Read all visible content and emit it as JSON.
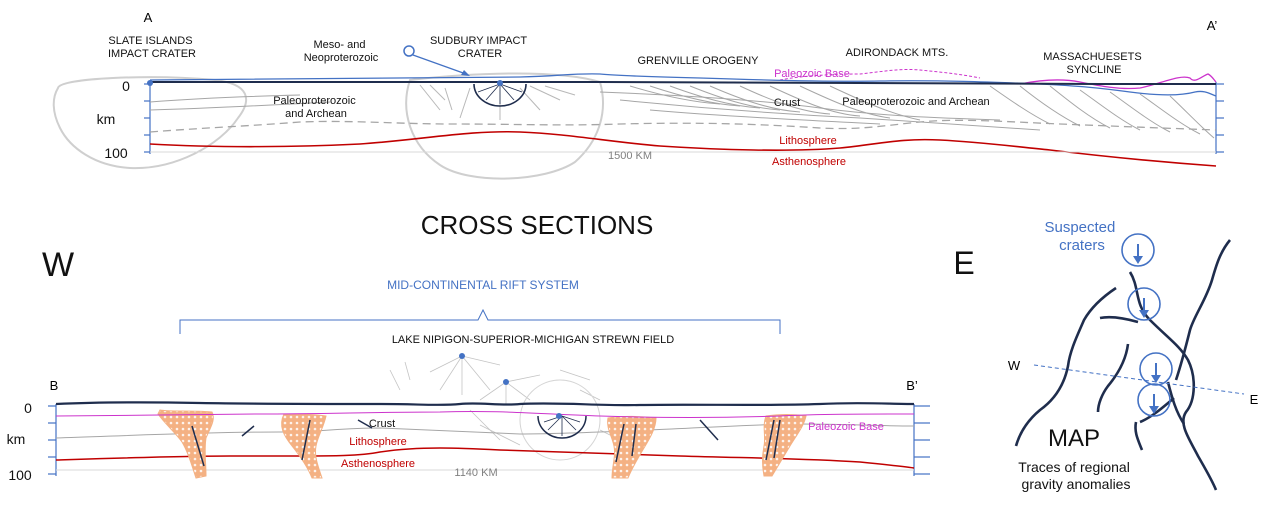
{
  "title": "CROSS SECTIONS",
  "section_a": {
    "start_marker": "A",
    "end_marker": "A’",
    "labels": {
      "slate_islands": "SLATE ISLANDS IMPACT CRATER",
      "meso": "Meso- and Neoproterozoic",
      "sudbury": "SUDBURY IMPACT CRATER",
      "grenville": "GRENVILLE OROGENY",
      "adirondack": "ADIRONDACK MTS.",
      "massachusetts": "MASSACHUESETS SYNCLINE",
      "paleozoic_base": "Paleozoic Base",
      "paleo_archean_left": "Paleoproterozoic and Archean",
      "crust": "Crust",
      "paleo_archean_right": "Paleoproterozoic and Archean",
      "lithosphere": "Lithosphere",
      "asthenosphere": "Asthenosphere",
      "scale": "1500 KM"
    },
    "axis": {
      "top": "0",
      "unit": "km",
      "bottom": "100"
    }
  },
  "section_b": {
    "west": "W",
    "east": "E",
    "start_marker": "B",
    "end_marker": "B’",
    "labels": {
      "rift": "MID-CONTINENTAL RIFT SYSTEM",
      "strewn": "LAKE NIPIGON-SUPERIOR-MICHIGAN STREWN FIELD",
      "crust": "Crust",
      "lithosphere": "Lithosphere",
      "asthenosphere": "Asthenosphere",
      "paleozoic_base": "Paleozoic Base",
      "scale": "1140 KM"
    },
    "axis": {
      "top": "0",
      "unit": "km",
      "bottom": "100"
    }
  },
  "map": {
    "suspected": "Suspected craters",
    "west": "W",
    "east": "E",
    "title": "MAP",
    "caption": "Traces of regional gravity anomalies"
  },
  "colors": {
    "surface": "#1f2d4d",
    "lithosphere": "#c00000",
    "paleozoic": "#cc33cc",
    "accent": "#4472c4",
    "rift_fill": "#f4b183"
  }
}
